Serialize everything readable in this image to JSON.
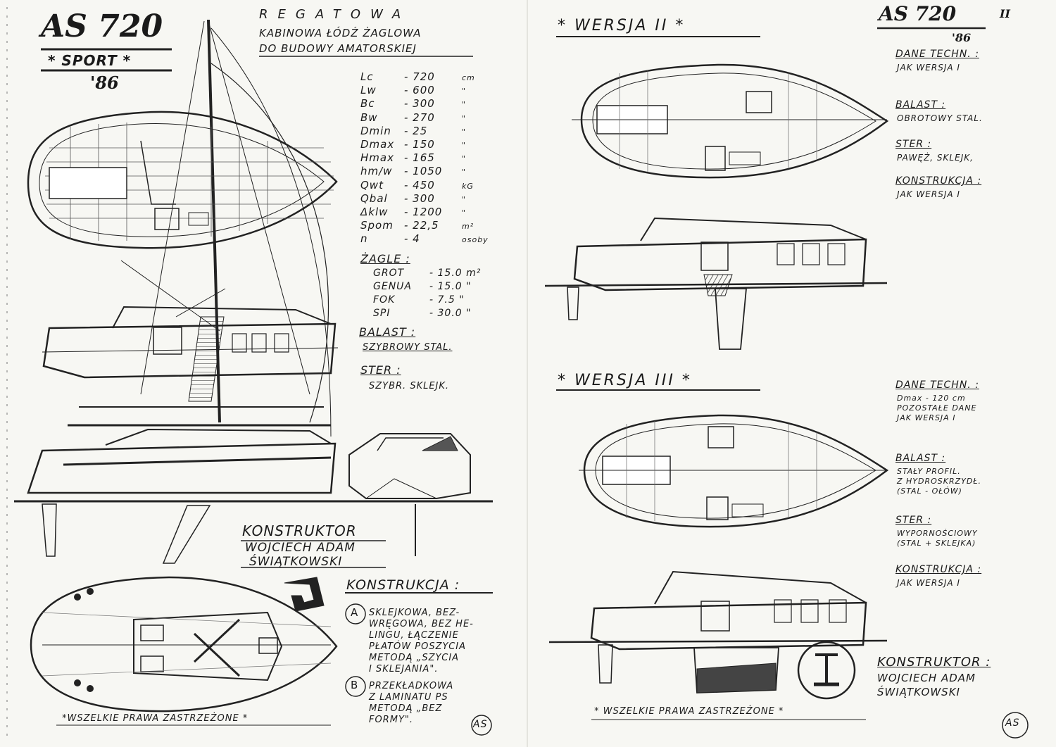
{
  "left": {
    "logo": "AS 720",
    "sport": "* SPORT *",
    "year": "'86",
    "heading": {
      "line1": "REGATOWA",
      "line2": "KABINOWA ŁÓDŹ ŻAGLOWA",
      "line3": "DO BUDOWY AMATORSKIEJ"
    },
    "specs": [
      {
        "sym": "Lc",
        "val": "- 720",
        "unit": "cm"
      },
      {
        "sym": "Lw",
        "val": "- 600",
        "unit": "\""
      },
      {
        "sym": "Bc",
        "val": "- 300",
        "unit": "\""
      },
      {
        "sym": "Bw",
        "val": "- 270",
        "unit": "\""
      },
      {
        "sym": "Dmin",
        "val": "- 25",
        "unit": "\""
      },
      {
        "sym": "Dmax",
        "val": "- 150",
        "unit": "\""
      },
      {
        "sym": "Hmax",
        "val": "- 165",
        "unit": "\""
      },
      {
        "sym": "hm/w",
        "val": "- 1050",
        "unit": "\""
      },
      {
        "sym": "Qwt",
        "val": "- 450",
        "unit": "kG"
      },
      {
        "sym": "Qbal",
        "val": "- 300",
        "unit": "\""
      },
      {
        "sym": "Δklw",
        "val": "- 1200",
        "unit": "\""
      },
      {
        "sym": "Spom",
        "val": "- 22,5",
        "unit": "m²"
      },
      {
        "sym": "n",
        "val": "- 4",
        "unit": "osoby"
      }
    ],
    "sails_title": "ŻAGLE :",
    "sails": [
      {
        "name": "GROT",
        "val": "- 15.0 m²"
      },
      {
        "name": "GENUA",
        "val": "- 15.0 \""
      },
      {
        "name": "FOK",
        "val": "- 7.5 \""
      },
      {
        "name": "SPI",
        "val": "- 30.0 \""
      }
    ],
    "ballast_title": "BALAST :",
    "ballast_text": "SZYBROWY STAL.",
    "rudder_title": "STER :",
    "rudder_text": "SZYBR. SKLEJK.",
    "designer_title": "KONSTRUKTOR",
    "designer_line1": "WOJCIECH ADAM",
    "designer_line2": "ŚWIĄTKOWSKI",
    "construction_title": "KONSTRUKCJA :",
    "constr_a_letter": "A",
    "constr_a_lines": [
      "SKLEJKOWA, BEZ-",
      "WRĘGOWA, BEZ HE-",
      "LINGU, ŁĄCZENIE",
      "PŁATÓW POSZYCIA",
      "METODĄ „SZYCIA",
      "I SKLEJANIA\"."
    ],
    "constr_b_letter": "B",
    "constr_b_lines": [
      "PRZEKŁADKOWA",
      "Z LAMINATU PS",
      "METODĄ „BEZ",
      "FORMY\"."
    ],
    "footer": "*WSZELKIE PRAWA ZASTRZEŻONE *",
    "signature": "AS"
  },
  "right": {
    "version2_title": "* WERSJA II *",
    "logo": "AS 720",
    "logo_suffix": "II",
    "year": "'86",
    "v2_notes": [
      {
        "title": "DANE TECHN. :",
        "lines": [
          "JAK WERSJA I"
        ]
      },
      {
        "title": "BALAST :",
        "lines": [
          "OBROTOWY STAL."
        ]
      },
      {
        "title": "STER :",
        "lines": [
          "PAWĘŻ, SKLEJK,"
        ]
      },
      {
        "title": "KONSTRUKCJA :",
        "lines": [
          "JAK WERSJA I"
        ]
      }
    ],
    "version3_title": "* WERSJA III *",
    "v3_notes": [
      {
        "title": "DANE TECHN. :",
        "lines": [
          "Dmax - 120 cm",
          "POZOSTAŁE DANE",
          "JAK WERSJA I"
        ]
      },
      {
        "title": "BALAST :",
        "lines": [
          "STAŁY PROFIL.",
          "Z HYDROSKRZYDŁ.",
          "(STAL - OŁÓW)"
        ]
      },
      {
        "title": "STER :",
        "lines": [
          "WYPORNOŚCIOWY",
          "(STAL + SKLEJKA)"
        ]
      },
      {
        "title": "KONSTRUKCJA :",
        "lines": [
          "JAK WERSJA I"
        ]
      }
    ],
    "designer_title": "KONSTRUKTOR :",
    "designer_line1": "WOJCIECH ADAM",
    "designer_line2": "ŚWIĄTKOWSKI",
    "section_mark": "I",
    "footer": "* WSZELKIE PRAWA ZASTRZEŻONE *",
    "signature": "AS"
  }
}
